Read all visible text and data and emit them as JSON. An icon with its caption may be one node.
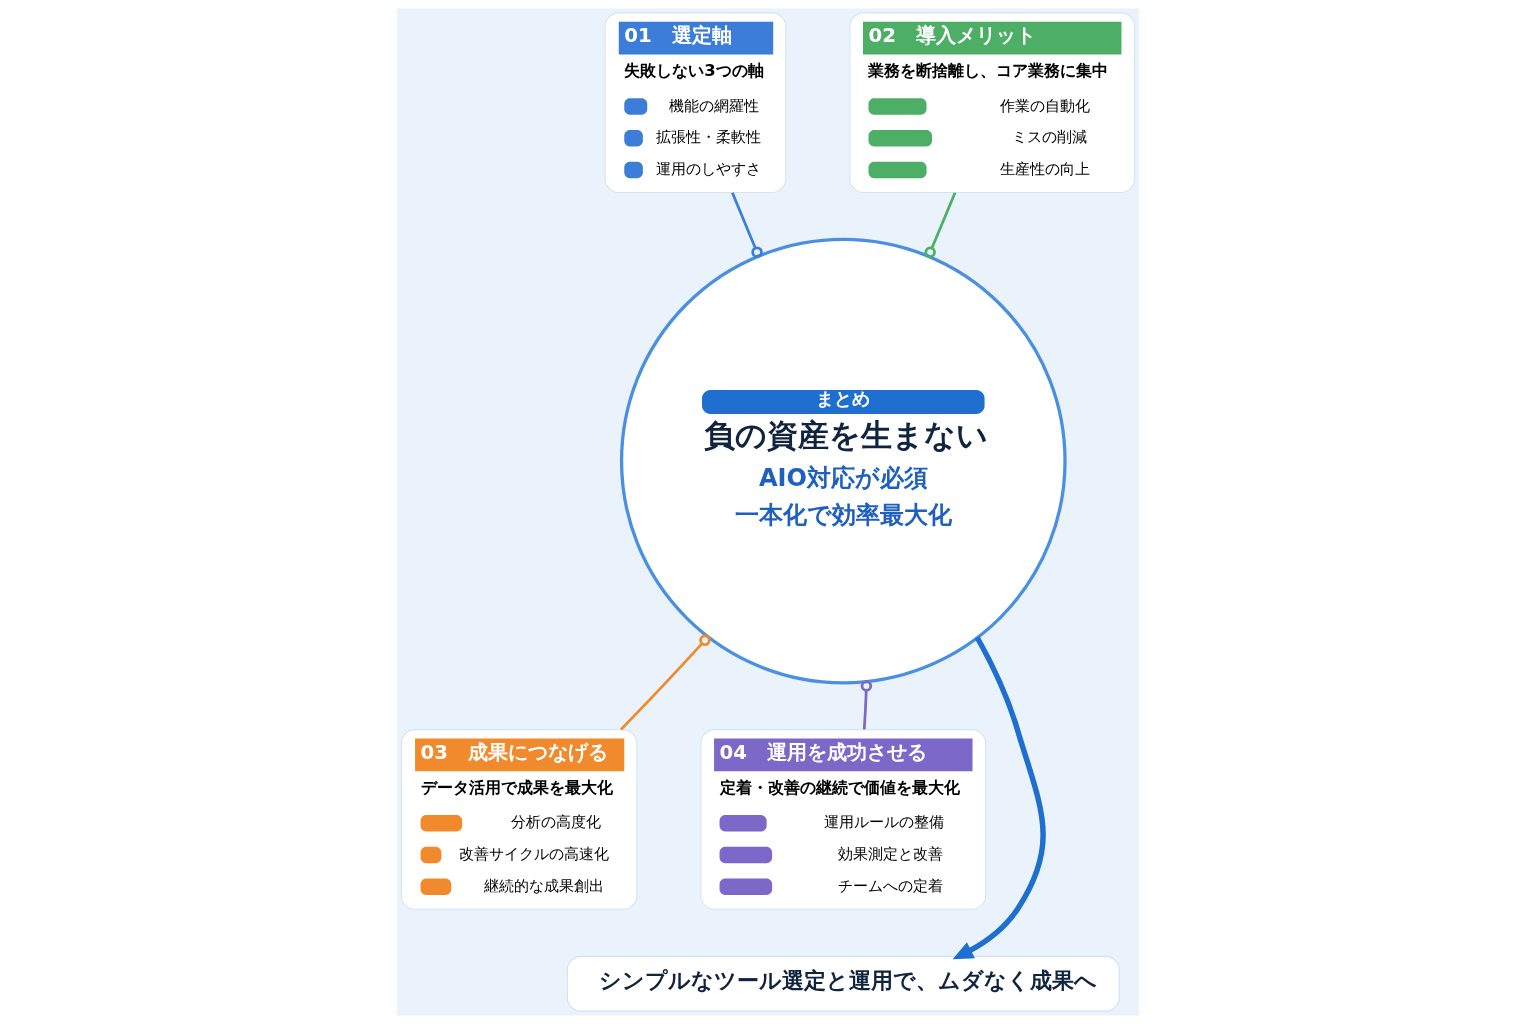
{
  "diagram": {
    "nodes": [
      {
        "text": [
          "01",
          "選定軸",
          "失敗しない3つの軸",
          "機能の網羅性",
          "拡張性・柔軟性",
          "運用のしやすさ"
        ]
      },
      {
        "text": [
          "02",
          "導入メリット",
          "業務を断捨離し、コア業務に集中",
          "作業の自動化",
          "ミスの削減",
          "生産性の向上"
        ]
      },
      {
        "text": [
          "まとめ",
          "負の資産を生まない",
          "AIO対応が必須",
          "一本化で効率最大化"
        ]
      },
      {
        "text": [
          "03",
          "成果につなげる",
          "データ活用で成果を最大化",
          "分析の高度化",
          "改善サイクルの高速化",
          "継続的な成果創出"
        ]
      },
      {
        "text": [
          "04",
          "運用を成功させる",
          "定着・改善の継続で価値を最大化",
          "運用ルールの整備",
          "効果測定と改善",
          "チームへの定着"
        ]
      },
      {
        "text": [
          "シンプルなツール選定と運用で、ムダなく成果へ"
        ]
      }
    ],
    "edges": [
      {
        "from": 0,
        "to": 2,
        "arrow": "other",
        "color": "#3b7dd8"
      },
      {
        "from": 1,
        "to": 2,
        "arrow": "other",
        "color": "#4caf65"
      },
      {
        "from": 3,
        "to": 2,
        "arrow": "other",
        "color": "#f08a2c"
      },
      {
        "from": 4,
        "to": 2,
        "arrow": "other",
        "color": "#7b68c8"
      },
      {
        "from": 2,
        "to": 5,
        "arrow": "to",
        "style": "thick"
      }
    ]
  }
}
